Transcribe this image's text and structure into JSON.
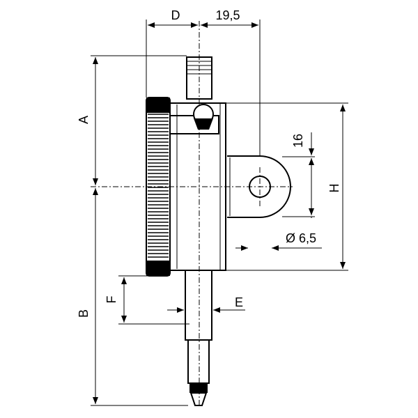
{
  "dimensions": {
    "d": "D",
    "width_19_5": "19,5",
    "a": "A",
    "b": "B",
    "h": "H",
    "f": "F",
    "e": "E",
    "hole_16": "16",
    "hole_dia": "Ø 6,5"
  }
}
